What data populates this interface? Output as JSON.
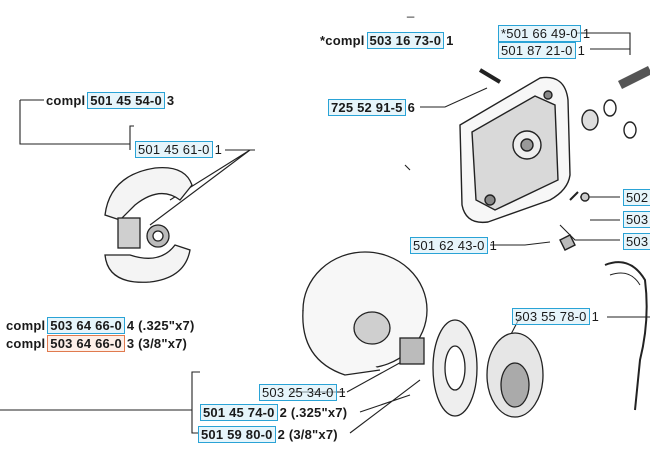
{
  "labels": {
    "top_small": "_",
    "compl_503": {
      "prefix": "*compl",
      "number": "503 16 73-0",
      "tail": "1"
    },
    "num_501_66": {
      "prefix": "",
      "number": "*501 66 49-0",
      "tail": "1"
    },
    "num_501_87": {
      "prefix": "",
      "number": "501 87 21-0",
      "tail": "1"
    },
    "num_725": {
      "prefix": "",
      "number": "725 52 91-5",
      "tail": "6"
    },
    "compl_501_45_54": {
      "prefix": "compl",
      "number": "501 45 54-0",
      "tail": "3"
    },
    "num_501_45_61": {
      "prefix": "",
      "number": "501 45 61-0",
      "tail": "1"
    },
    "num_501_62_43": {
      "prefix": "",
      "number": "501 62 43-0",
      "tail": "1"
    },
    "num_right_1": {
      "number": "502"
    },
    "num_right_2": {
      "number": "503"
    },
    "num_right_3": {
      "number": "503"
    },
    "num_503_55": {
      "prefix": "",
      "number": "503 55 78-0",
      "tail": "1"
    },
    "compl_503_64_66_04": {
      "prefix": "compl",
      "number": "503 64 66-0",
      "tail": "4 (.325\"x7)"
    },
    "compl_503_64_66_03": {
      "prefix": "compl",
      "number": "503 64 66-0",
      "tail": "3 (3/8\"x7)"
    },
    "num_503_25": {
      "prefix": "",
      "number": "503 25 34-0",
      "tail": "1"
    },
    "num_501_45_74": {
      "prefix": "",
      "number": "501 45 74-0",
      "tail": "2 (.325\"x7)"
    },
    "num_501_59_80": {
      "prefix": "",
      "number": "501 59 80-0",
      "tail": "2 (3/8\"x7)"
    }
  },
  "colors": {
    "box_blue": "#2aa3d6",
    "box_orange": "#e07a4e",
    "line": "#222222"
  }
}
